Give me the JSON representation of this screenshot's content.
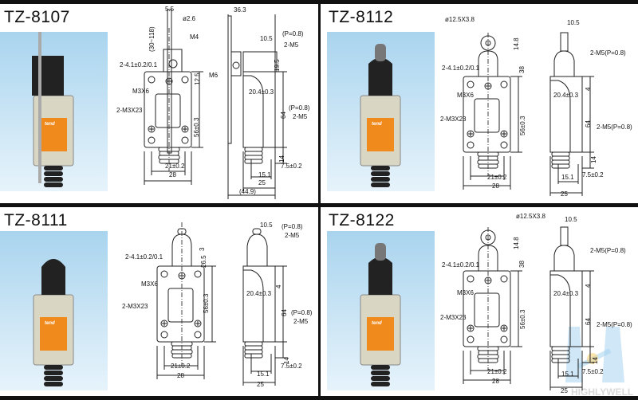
{
  "quadrants": [
    {
      "title": "TZ-8107",
      "type": "lever",
      "labels": [
        "5.5",
        "ø2.6",
        "(30~118)",
        "M4",
        "2-4.1±0.2/0.1",
        "12.5",
        "M3X6",
        "56±0.3",
        "2-M3X23",
        "21±0.2",
        "28",
        "36.3",
        "(P=0.8)",
        "10.5",
        "2-M5",
        "19.5",
        "M6",
        "20.4±0.3",
        "64",
        "(P=0.8)",
        "2-M5",
        "14",
        "7.5±0.2",
        "15.1",
        "25",
        "(44.9)"
      ]
    },
    {
      "title": "TZ-8112",
      "type": "roller",
      "labels": [
        "ø12.5X3.8",
        "14.8",
        "38",
        "10.5",
        "2-M5(P=0.8)",
        "2-4.1±0.2/0.1",
        "4",
        "M3X6",
        "20.4±0.3",
        "56±0.3",
        "2-M5(P=0.8)",
        "64",
        "2-M3X23",
        "14",
        "7.5±0.2",
        "21±0.2",
        "15.1",
        "28",
        "25"
      ]
    },
    {
      "title": "TZ-8111",
      "type": "plunger",
      "labels": [
        "10.5",
        "(P=0.8)",
        "2-M5",
        "3",
        "26.5",
        "2-4.1±0.2/0.1",
        "M3X6",
        "4",
        "20.4±0.3",
        "56±0.3",
        "64",
        "2-M3X23",
        "(P=0.8)",
        "2-M5",
        "14",
        "21±0.2",
        "7.5±0.2",
        "28",
        "15.1",
        "25"
      ]
    },
    {
      "title": "TZ-8122",
      "type": "roller",
      "labels": [
        "ø12.5X3.8",
        "14.8",
        "38",
        "10.5",
        "2-M5(P=0.8)",
        "2-4.1±0.2/0.1",
        "4",
        "M3X6",
        "20.4±0.3",
        "56±0.3",
        "2-M5(P=0.8)",
        "64",
        "2-M3X23",
        "14",
        "7.5±0.2",
        "21±0.2",
        "15.1",
        "28",
        "25"
      ]
    }
  ],
  "product_label": {
    "brand": "tend"
  },
  "watermark": "HIGHLYWELL",
  "colors": {
    "panel": "#cfe7f6",
    "label_orange": "#f08a1c",
    "body": "#dcd9c8"
  }
}
